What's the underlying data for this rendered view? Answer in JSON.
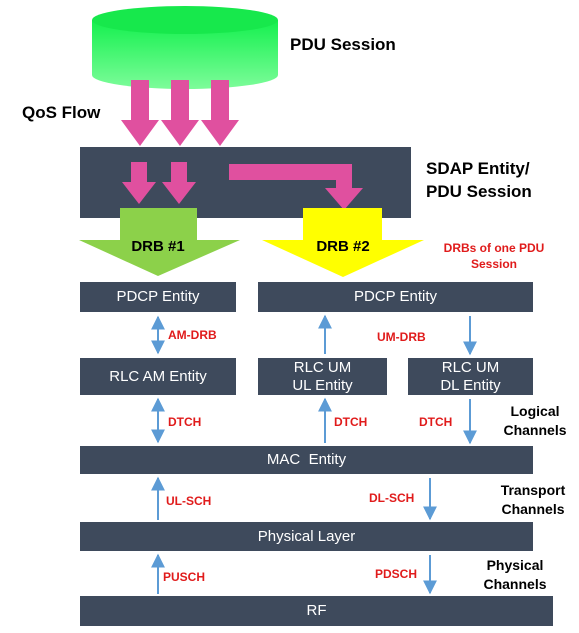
{
  "pdu_session": {
    "title": "PDU Session"
  },
  "qos_flow": {
    "label": "QoS Flow"
  },
  "sdap": {
    "line1": "SDAP Entity/",
    "line2": "PDU Session"
  },
  "drbs": [
    {
      "label": "DRB #1"
    },
    {
      "label": "DRB #2"
    }
  ],
  "drbs_note": {
    "line1": "DRBs of one PDU",
    "line2": "Session"
  },
  "entities": {
    "pdcp_left": "PDCP Entity",
    "pdcp_right": "PDCP Entity",
    "rlc_am": "RLC AM Entity",
    "rlc_um_ul": {
      "line1": "RLC UM",
      "line2": "UL Entity"
    },
    "rlc_um_dl": {
      "line1": "RLC UM",
      "line2": "DL Entity"
    },
    "mac": "MAC  Entity",
    "phy": "Physical Layer",
    "rf": "RF"
  },
  "link_labels": {
    "am_drb": "AM-DRB",
    "um_drb": "UM-DRB",
    "dtch_left": "DTCH",
    "dtch_mid": "DTCH",
    "dtch_right": "DTCH",
    "ul_sch": "UL-SCH",
    "dl_sch": "DL-SCH",
    "pusch": "PUSCH",
    "pdsch": "PDSCH"
  },
  "channel_labels": {
    "logical": {
      "line1": "Logical",
      "line2": "Channels"
    },
    "transport": {
      "line1": "Transport",
      "line2": "Channels"
    },
    "physical": {
      "line1": "Physical",
      "line2": "Channels"
    }
  },
  "colors": {
    "bar": "#3e4a5c",
    "cylinder": "#2af26a",
    "qos_arrow": "#e0509f",
    "drb1": "#8cd14a",
    "drb2": "#ffff00",
    "link_arrow": "#5c9bd5",
    "red_text": "#e01b1b"
  }
}
